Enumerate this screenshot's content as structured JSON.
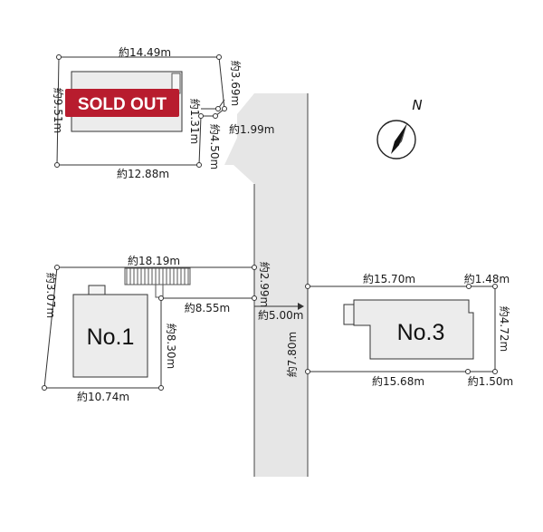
{
  "colors": {
    "road": "#e6e6e6",
    "lot_fill": "#ffffff",
    "building_fill": "#ececec",
    "line": "#333333",
    "sold_out_bg": "#b81c2e",
    "sold_out_text": "#ffffff",
    "stair_hatch": "#555555"
  },
  "icons": {
    "compass": "north-arrow-icon"
  },
  "compass": {
    "label": "N"
  },
  "sold_lot": {
    "badge": "SOLD OUT",
    "dims": {
      "top": "約14.49m",
      "left": "約9.51m",
      "bottom": "約12.88m",
      "right_upper": "約3.69m",
      "right_step": "約1.99m",
      "right_mid": "約1.31m",
      "right_lower": "約4.50m"
    }
  },
  "lot1": {
    "label": "No.1",
    "dims": {
      "top": "約18.19m",
      "left": "約3.07m",
      "bottom": "約10.74m",
      "right": "約8.30m",
      "driveway": "約8.55m",
      "road_edge": "約2.99m"
    }
  },
  "road": {
    "width": "約5.00m"
  },
  "lot3": {
    "label": "No.3",
    "dims": {
      "top": "約15.70m",
      "top_corner": "約1.48m",
      "right": "約4.72m",
      "bottom": "約15.68m",
      "bottom_corner": "約1.50m",
      "left": "約7.80m"
    }
  }
}
